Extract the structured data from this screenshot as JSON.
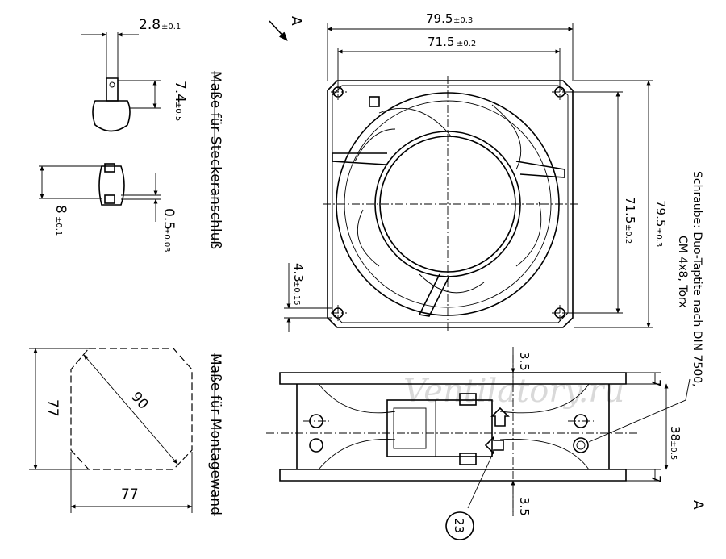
{
  "plug_view": {
    "title": "Maße für Steckeranschluß",
    "dims": [
      {
        "value": "2.8",
        "tol": "±0.1"
      },
      {
        "value": "7.4",
        "tol": "±0.5"
      },
      {
        "value": "8",
        "tol": "±0.1"
      },
      {
        "value": "0.5",
        "tol": "±0.03"
      }
    ]
  },
  "mount_view": {
    "title": "Maße für Montagewand",
    "dims": {
      "height": "77",
      "width": "77",
      "diagonal": "90"
    }
  },
  "front_view": {
    "section_mark": "A",
    "dims": [
      {
        "value": "79.5",
        "tol": "±0.3"
      },
      {
        "value": "71.5",
        "tol": "±0.2"
      },
      {
        "value": "71.5",
        "tol": "±0.2"
      },
      {
        "value": "79.5",
        "tol": "±0.3"
      },
      {
        "value": "4.3",
        "tol": "±0.15"
      }
    ]
  },
  "side_view": {
    "section_mark": "A",
    "dims": [
      {
        "value": "3.5"
      },
      {
        "value": "3.5"
      },
      {
        "value": "7"
      },
      {
        "value": "7"
      },
      {
        "value": "38",
        "tol": "±0.5"
      }
    ],
    "balloon": "23"
  },
  "screw_note": {
    "line1": "Schraube: Duo-Taptite nach DIN 7500,",
    "line2": "CM 4x8, Torx"
  },
  "watermark": "Ventilatory.ru"
}
